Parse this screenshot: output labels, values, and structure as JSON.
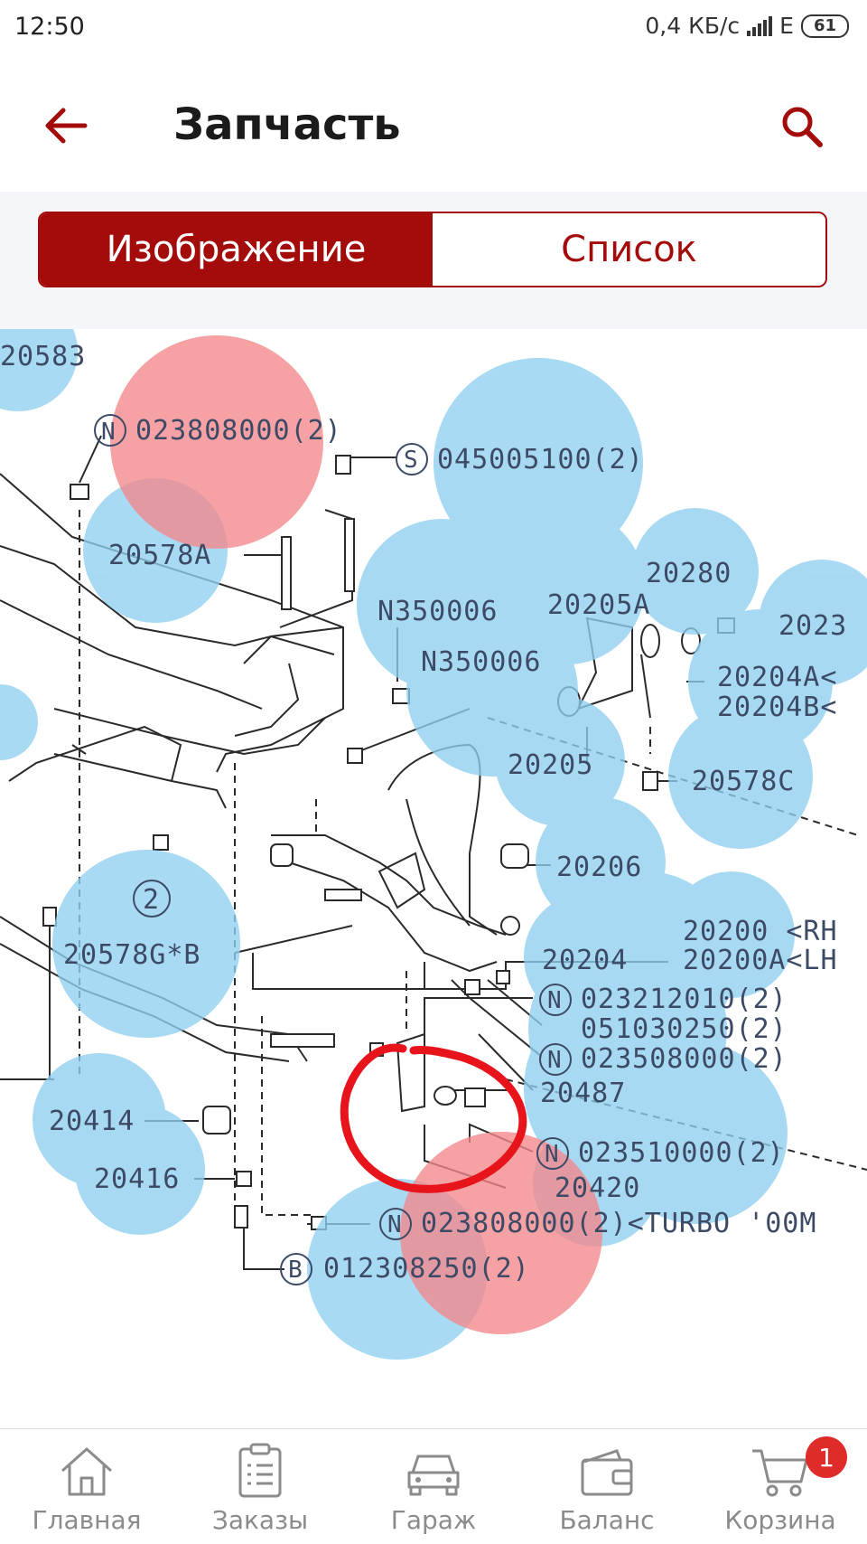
{
  "status_bar": {
    "time": "12:50",
    "network_speed": "0,4 КБ/с",
    "network_type": "E",
    "battery": "61"
  },
  "header": {
    "title": "Запчасть",
    "back_icon": "arrow-left-icon",
    "search_icon": "search-icon"
  },
  "tabs": [
    {
      "label": "Изображение",
      "active": true
    },
    {
      "label": "Список",
      "active": false
    }
  ],
  "diagram": {
    "labels": [
      {
        "text": "20583"
      },
      {
        "text": "023808000(2)",
        "prefix": "N"
      },
      {
        "text": "045005100(2)",
        "prefix": "S"
      },
      {
        "text": "20578A"
      },
      {
        "text": "20280"
      },
      {
        "text": "N350006"
      },
      {
        "text": "N350006"
      },
      {
        "text": "20205A"
      },
      {
        "text": "2023"
      },
      {
        "text": "20204A<"
      },
      {
        "text": "20204B<"
      },
      {
        "text": "20205"
      },
      {
        "text": "20578C"
      },
      {
        "text": "20206"
      },
      {
        "text": "2"
      },
      {
        "text": "20578G*B"
      },
      {
        "text": "20200 <RH"
      },
      {
        "text": "20204"
      },
      {
        "text": "20200A<LH"
      },
      {
        "text": "023212010(2)",
        "prefix": "N"
      },
      {
        "text": "051030250(2)"
      },
      {
        "text": "023508000(2)",
        "prefix": "N"
      },
      {
        "text": "20487"
      },
      {
        "text": "20414"
      },
      {
        "text": "023510000(2)",
        "prefix": "N"
      },
      {
        "text": "20416"
      },
      {
        "text": "20420"
      },
      {
        "text": "023808000(2)<TURBO '00M",
        "prefix": "N"
      },
      {
        "text": "012308250(2)",
        "prefix": "B"
      }
    ],
    "colors": {
      "hotspot_blue": "#8fd0ef",
      "hotspot_red": "#f4868a",
      "highlight_ring": "#e8141b",
      "line": "#2a2a2a",
      "label": "#3d4a66"
    }
  },
  "bottom_nav": {
    "items": [
      {
        "label": "Главная",
        "icon": "home-icon"
      },
      {
        "label": "Заказы",
        "icon": "clipboard-list-icon"
      },
      {
        "label": "Гараж",
        "icon": "car-icon"
      },
      {
        "label": "Баланс",
        "icon": "wallet-icon"
      },
      {
        "label": "Корзина",
        "icon": "shopping-cart-icon",
        "badge": "1"
      }
    ]
  }
}
